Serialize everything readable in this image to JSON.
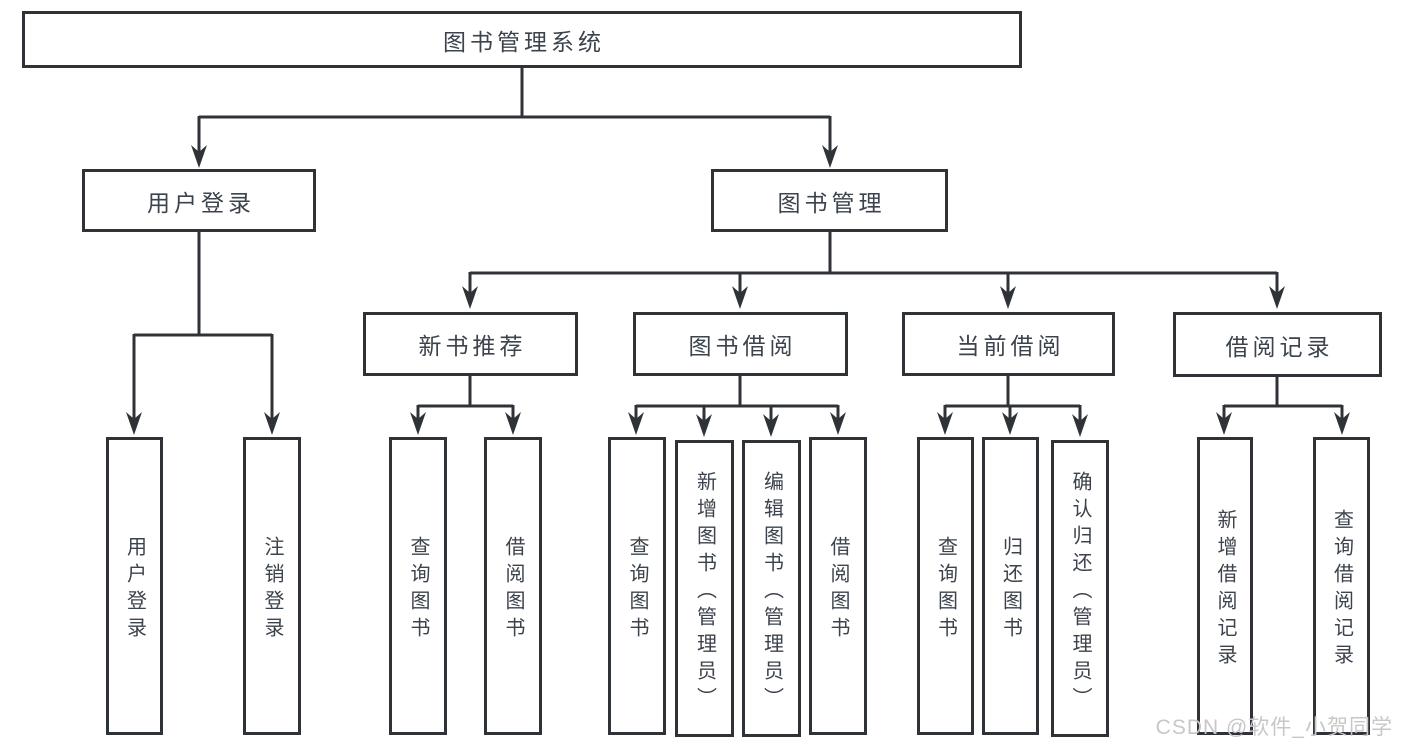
{
  "diagram_title": "图书管理系统",
  "tree": {
    "root": "图书管理系统",
    "user_login": {
      "label": "用户登录",
      "leaves": [
        "用户登录",
        "注销登录"
      ]
    },
    "book_management": {
      "label": "图书管理",
      "children": [
        {
          "label": "新书推荐",
          "leaves": [
            "查询图书",
            "借阅图书"
          ]
        },
        {
          "label": "图书借阅",
          "leaves": [
            "查询图书",
            "新增图书（管理员）",
            "编辑图书（管理员）",
            "借阅图书"
          ]
        },
        {
          "label": "当前借阅",
          "leaves": [
            "查询图书",
            "归还图书",
            "确认归还（管理员）"
          ]
        },
        {
          "label": "借阅记录",
          "leaves": [
            "新增借阅记录",
            "查询借阅记录"
          ]
        }
      ]
    }
  },
  "watermark": "CSDN @软件_小贺同学",
  "colors": {
    "line": "#2f3338",
    "box_border": "#2f3338",
    "text": "#3c434c",
    "watermark": "#c7c7c7",
    "background": "#ffffff"
  }
}
